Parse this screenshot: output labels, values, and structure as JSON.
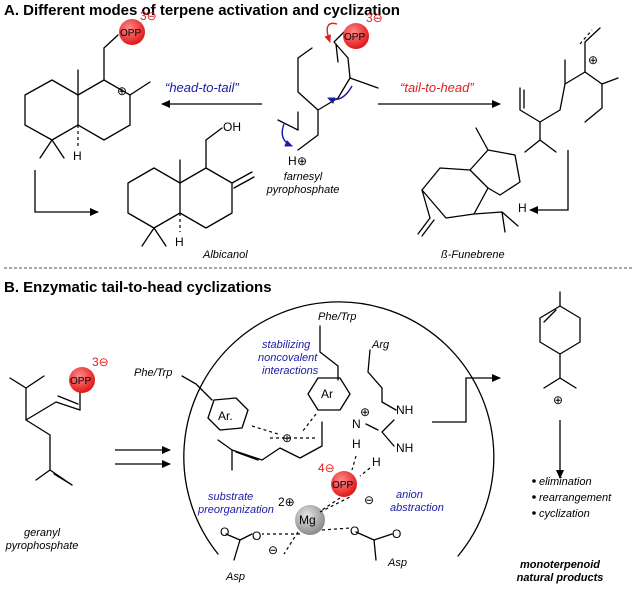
{
  "section_a": {
    "heading": "A. Different modes of terpene activation and cyclization",
    "head_to_tail": "“head-to-tail”",
    "tail_to_head": "“tail-to-head”",
    "farnesyl_line1": "farnesyl",
    "farnesyl_line2": "pyrophosphate",
    "albicanol": "Albicanol",
    "funebrene": "ß-Funebrene",
    "opp": "OPP",
    "charge_3minus": "3⊖",
    "oh": "OH",
    "h": "H",
    "plus": "⊕"
  },
  "section_b": {
    "heading": "B. Enzymatic tail-to-head cyclizations",
    "geranyl_line1": "geranyl",
    "geranyl_line2": "pyrophosphate",
    "phe_trp": "Phe/Trp",
    "arg": "Arg",
    "asp": "Asp",
    "stabilizing": [
      "stabilizing",
      "noncovalent",
      "interactions"
    ],
    "substrate": [
      "substrate",
      "preorganization"
    ],
    "anion": [
      "anion",
      "abstraction"
    ],
    "ar": "Ar",
    "ar_dot": "Ar.",
    "mg": "Mg",
    "charge_4minus": "4⊖",
    "charge_2plus": "2⊕",
    "minus": "⊖",
    "o": "O",
    "nh": "NH",
    "h": "H",
    "n": "N",
    "steps": [
      "elimination",
      "rearrangement",
      "cyclization"
    ],
    "product_line1": "monoterpenoid",
    "product_line2": "natural products"
  },
  "colors": {
    "red": "#e02020",
    "blue": "#1a1aa6",
    "grey": "#9a9a9a"
  }
}
